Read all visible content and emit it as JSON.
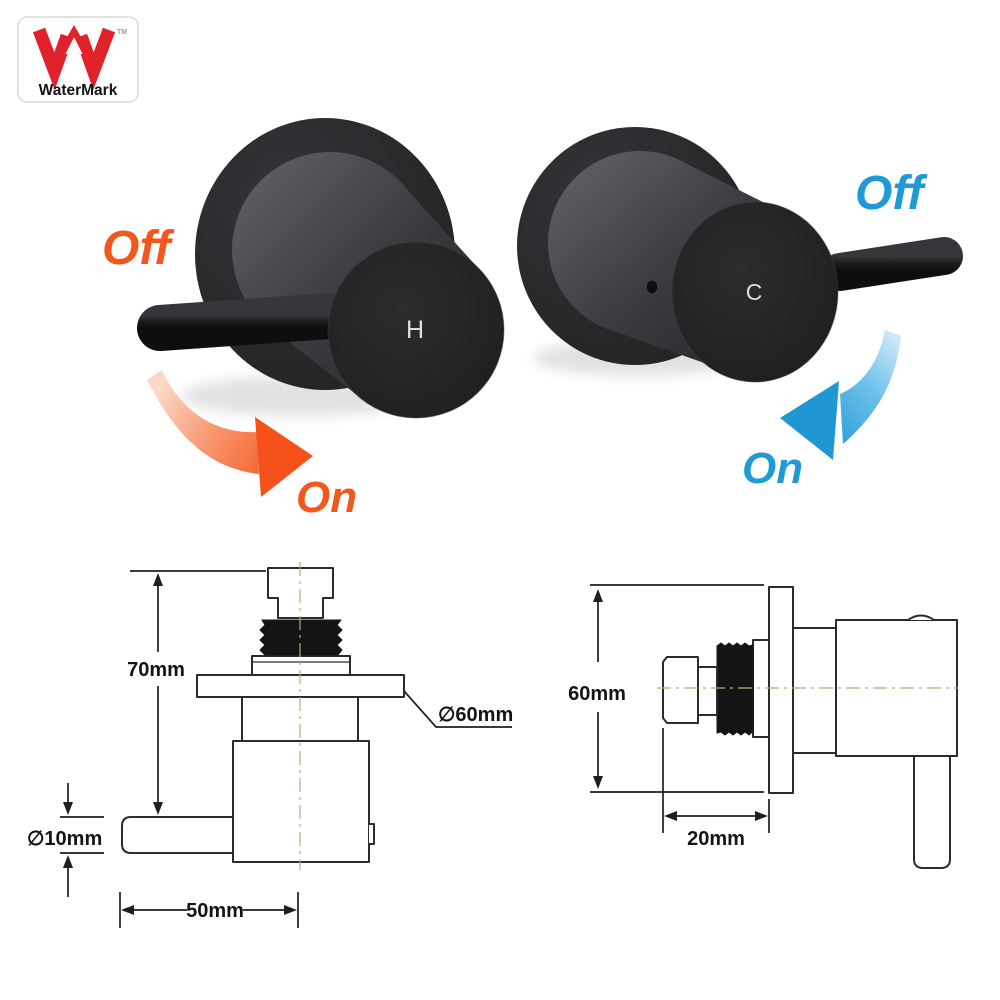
{
  "watermark": {
    "brand": "WaterMark",
    "tm": "TM",
    "logo_color": "#e1222a"
  },
  "hot": {
    "letter": "H",
    "off": "Off",
    "on": "On",
    "color": "#f4571d"
  },
  "cold": {
    "letter": "C",
    "off": "Off",
    "on": "On",
    "color": "#1f9ad4"
  },
  "front_drawing": {
    "overall_height": "70mm",
    "plate_diameter": "∅60mm",
    "handle_diameter": "∅10mm",
    "handle_length": "50mm"
  },
  "side_drawing": {
    "plate_height": "60mm",
    "spindle_depth": "20mm"
  }
}
